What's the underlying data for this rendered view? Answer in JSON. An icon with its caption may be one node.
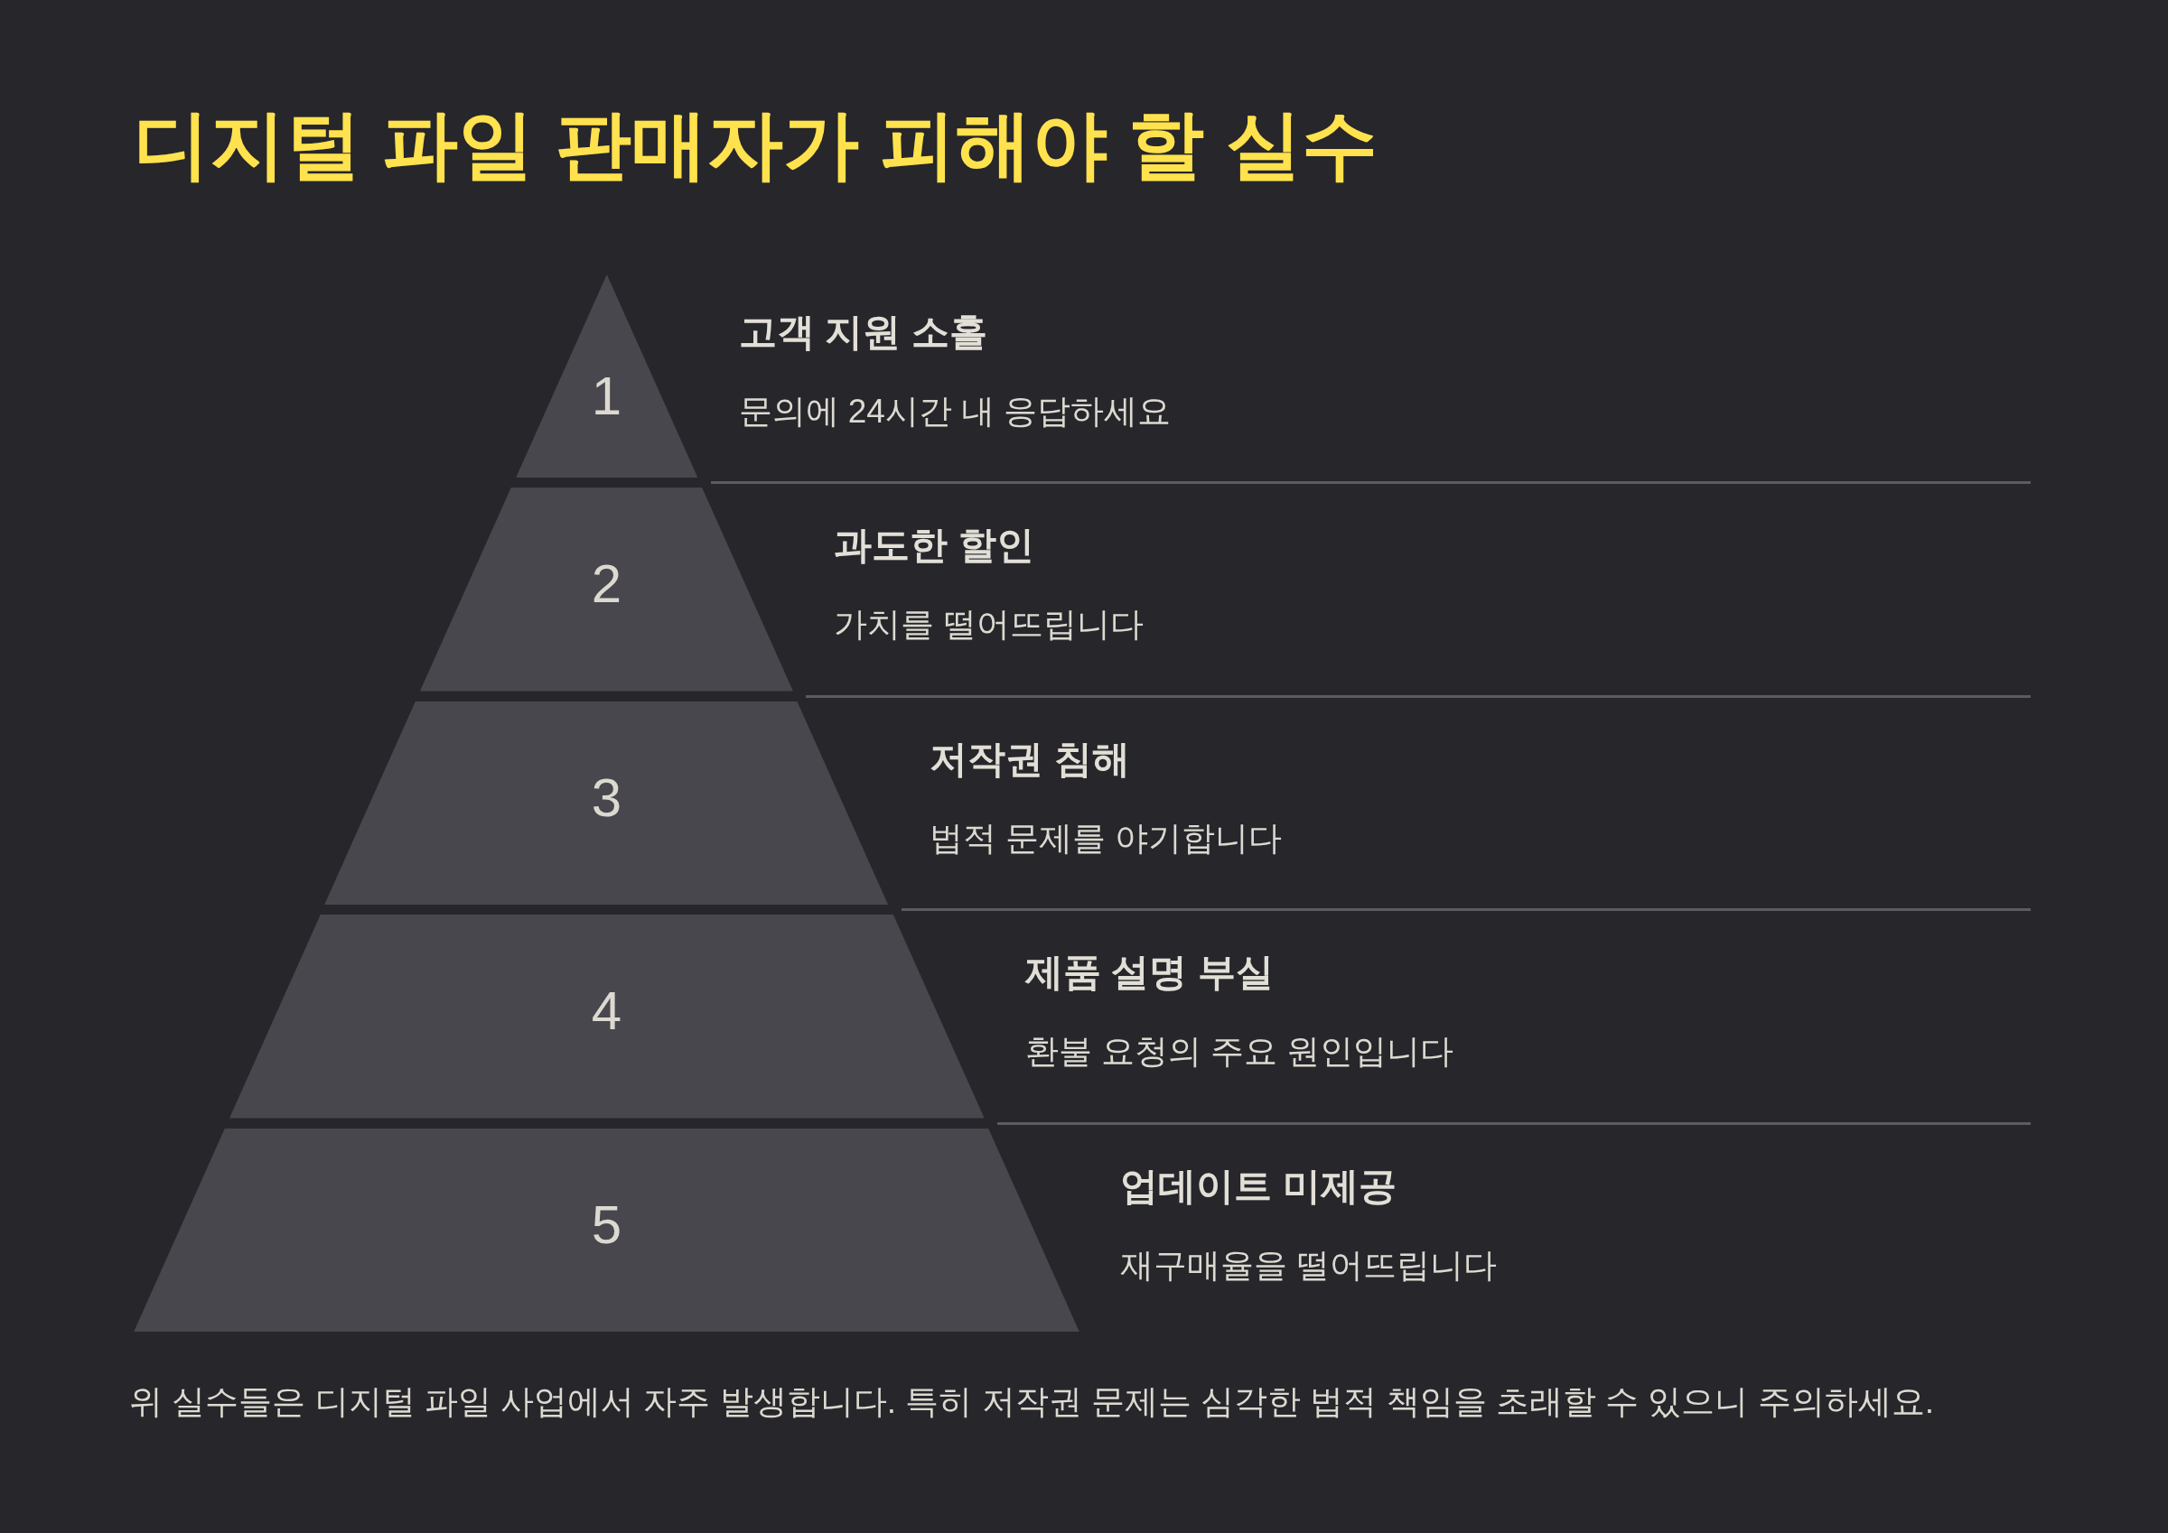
{
  "diagram": {
    "title": "디지털 파일 판매자가 피해야 할 실수",
    "nodes": [
      {
        "text": [
          "1"
        ],
        "beside": [
          "고객 지원 소홀",
          "문의에 24시간 내 응답하세요"
        ]
      },
      {
        "text": [
          "2"
        ],
        "beside": [
          "과도한 할인",
          "가치를 떨어뜨립니다"
        ]
      },
      {
        "text": [
          "3"
        ],
        "beside": [
          "저작권 침해",
          "법적 문제를 야기합니다"
        ]
      },
      {
        "text": [
          "4"
        ],
        "beside": [
          "제품 설명 부실",
          "환불 요청의 주요 원인입니다"
        ]
      },
      {
        "text": [
          "5"
        ],
        "beside": [
          "업데이트 미제공",
          "재구매율을 떨어뜨립니다"
        ]
      }
    ],
    "caption": "위 실수들은 디지털 파일 사업에서 자주 발생합니다. 특히 저작권 문제는 심각한 법적 책임을 초래할 수 있으니 주의하세요."
  }
}
